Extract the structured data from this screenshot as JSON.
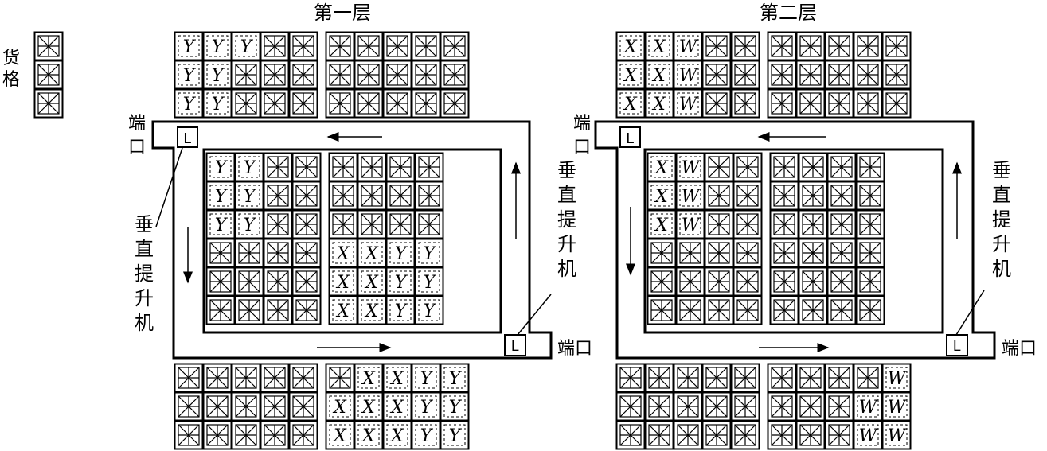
{
  "legend": {
    "label": "货格"
  },
  "floors": [
    {
      "title": "第一层",
      "port_left_label": "端口",
      "port_right_label": "端口",
      "lift_left_label": "垂直提升机",
      "lift_right_label": "垂直提升机",
      "lift_symbol": "L",
      "top_rack": [
        [
          "Y",
          "Y",
          "Y",
          "",
          "",
          "",
          "",
          "",
          "",
          ""
        ],
        [
          "Y",
          "Y",
          "",
          "",
          "",
          "",
          "",
          "",
          "",
          ""
        ],
        [
          "Y",
          "Y",
          "",
          "",
          "",
          "",
          "",
          "",
          "",
          ""
        ]
      ],
      "middle_rack": [
        [
          "Y",
          "Y",
          "",
          "",
          "",
          "",
          "",
          ""
        ],
        [
          "Y",
          "Y",
          "",
          "",
          "",
          "",
          "",
          ""
        ],
        [
          "Y",
          "Y",
          "",
          "",
          "",
          "",
          "",
          ""
        ],
        [
          "",
          "",
          "",
          "",
          "X",
          "X",
          "Y",
          "Y"
        ],
        [
          "",
          "",
          "",
          "",
          "X",
          "X",
          "Y",
          "Y"
        ],
        [
          "",
          "",
          "",
          "",
          "X",
          "X",
          "Y",
          "Y"
        ]
      ],
      "bottom_rack": [
        [
          "",
          "",
          "",
          "",
          "",
          "",
          "X",
          "X",
          "Y",
          "Y"
        ],
        [
          "",
          "",
          "",
          "",
          "",
          "X",
          "X",
          "X",
          "Y",
          "Y"
        ],
        [
          "",
          "",
          "",
          "",
          "",
          "X",
          "X",
          "X",
          "Y",
          "Y"
        ]
      ]
    },
    {
      "title": "第二层",
      "port_left_label": "端口",
      "port_right_label": "端口",
      "lift_left_label": "",
      "lift_right_label": "垂直提升机",
      "lift_symbol": "L",
      "top_rack": [
        [
          "X",
          "X",
          "W",
          "",
          "",
          "",
          "",
          "",
          "",
          ""
        ],
        [
          "X",
          "X",
          "W",
          "",
          "",
          "",
          "",
          "",
          "",
          ""
        ],
        [
          "X",
          "X",
          "W",
          "",
          "",
          "",
          "",
          "",
          "",
          ""
        ]
      ],
      "middle_rack": [
        [
          "X",
          "W",
          "",
          "",
          "",
          "",
          "",
          ""
        ],
        [
          "X",
          "W",
          "",
          "",
          "",
          "",
          "",
          ""
        ],
        [
          "X",
          "W",
          "",
          "",
          "",
          "",
          "",
          ""
        ],
        [
          "",
          "",
          "",
          "",
          "",
          "",
          "",
          ""
        ],
        [
          "",
          "",
          "",
          "",
          "",
          "",
          "",
          ""
        ],
        [
          "",
          "",
          "",
          "",
          "",
          "",
          "",
          ""
        ]
      ],
      "bottom_rack": [
        [
          "",
          "",
          "",
          "",
          "",
          "",
          "",
          "",
          "",
          "W"
        ],
        [
          "",
          "",
          "",
          "",
          "",
          "",
          "",
          "",
          "W",
          "W"
        ],
        [
          "",
          "",
          "",
          "",
          "",
          "",
          "",
          "",
          "W",
          "W"
        ]
      ]
    }
  ]
}
